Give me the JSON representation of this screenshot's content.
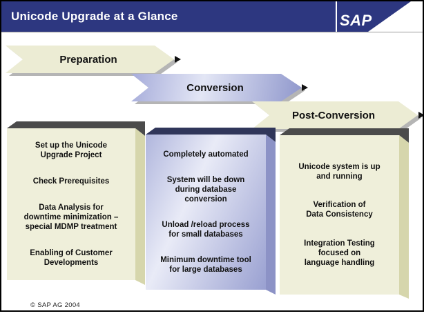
{
  "slide": {
    "title": "Unicode Upgrade at a Glance",
    "logo_text": "SAP",
    "footer": "© SAP AG 2004"
  },
  "flow": {
    "arrows": [
      {
        "label": "Preparation"
      },
      {
        "label": "Conversion"
      },
      {
        "label": "Post-Conversion"
      }
    ]
  },
  "boxes": [
    {
      "items": [
        "Set up the Unicode\nUpgrade Project",
        "Check Prerequisites",
        "Data Analysis for\ndowntime minimization –\nspecial MDMP treatment",
        "Enabling of Customer\nDevelopments"
      ]
    },
    {
      "items": [
        "Completely automated",
        "System will be down\nduring database\nconversion",
        "Unload /reload process\nfor small databases",
        "Minimum downtime tool\nfor large databases"
      ]
    },
    {
      "items": [
        "Unicode system is up\nand running",
        "Verification of\nData Consistency",
        "Integration Testing\nfocused on\nlanguage handling"
      ]
    }
  ],
  "colors": {
    "header_navy": "#2d3780",
    "cream": "#efefda",
    "khaki_side": "#d6d6ac",
    "dark_gray_top": "#4b4b4b",
    "box2_top_navy": "#30365a",
    "box2_side": "#8c92c6",
    "lavender": "#a6acda",
    "shadow_gray": "#b5b5b5"
  }
}
